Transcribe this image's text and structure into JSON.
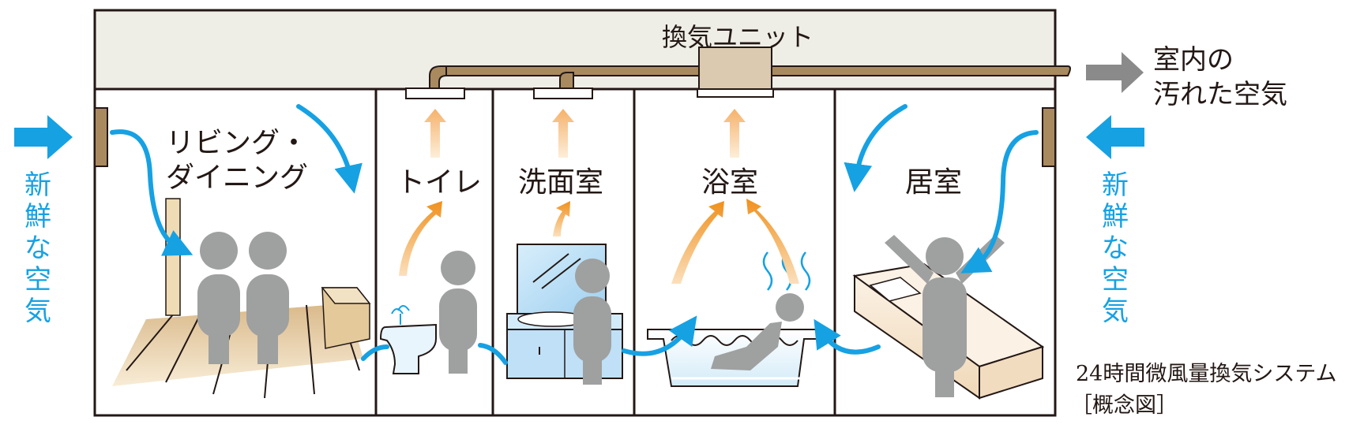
{
  "unit_label": "換気ユニット",
  "exhaust_label": [
    "室内の",
    "汚れた空気"
  ],
  "fresh_air_left": [
    "新",
    "鮮",
    "な",
    "空",
    "気"
  ],
  "fresh_air_right": [
    "新",
    "鮮",
    "な",
    "空",
    "気"
  ],
  "rooms": {
    "living": [
      "リビング・",
      "ダイニング"
    ],
    "toilet": "トイレ",
    "washroom": "洗面室",
    "bathroom": "浴室",
    "bedroom": "居室"
  },
  "caption": {
    "line1": "24時間微風量換気システム",
    "line2": "［概念図］"
  },
  "colors": {
    "outline": "#231815",
    "ceiling": "#eeeee6",
    "duct": "#a98a5f",
    "fresh_air": "#16a1e3",
    "exhaust_air": "#f0901d",
    "person": "#9fa0a0",
    "exhaust_arrow": "#8a8a8a",
    "floor": "#efdcb5",
    "sink": "#bfe0f6"
  }
}
